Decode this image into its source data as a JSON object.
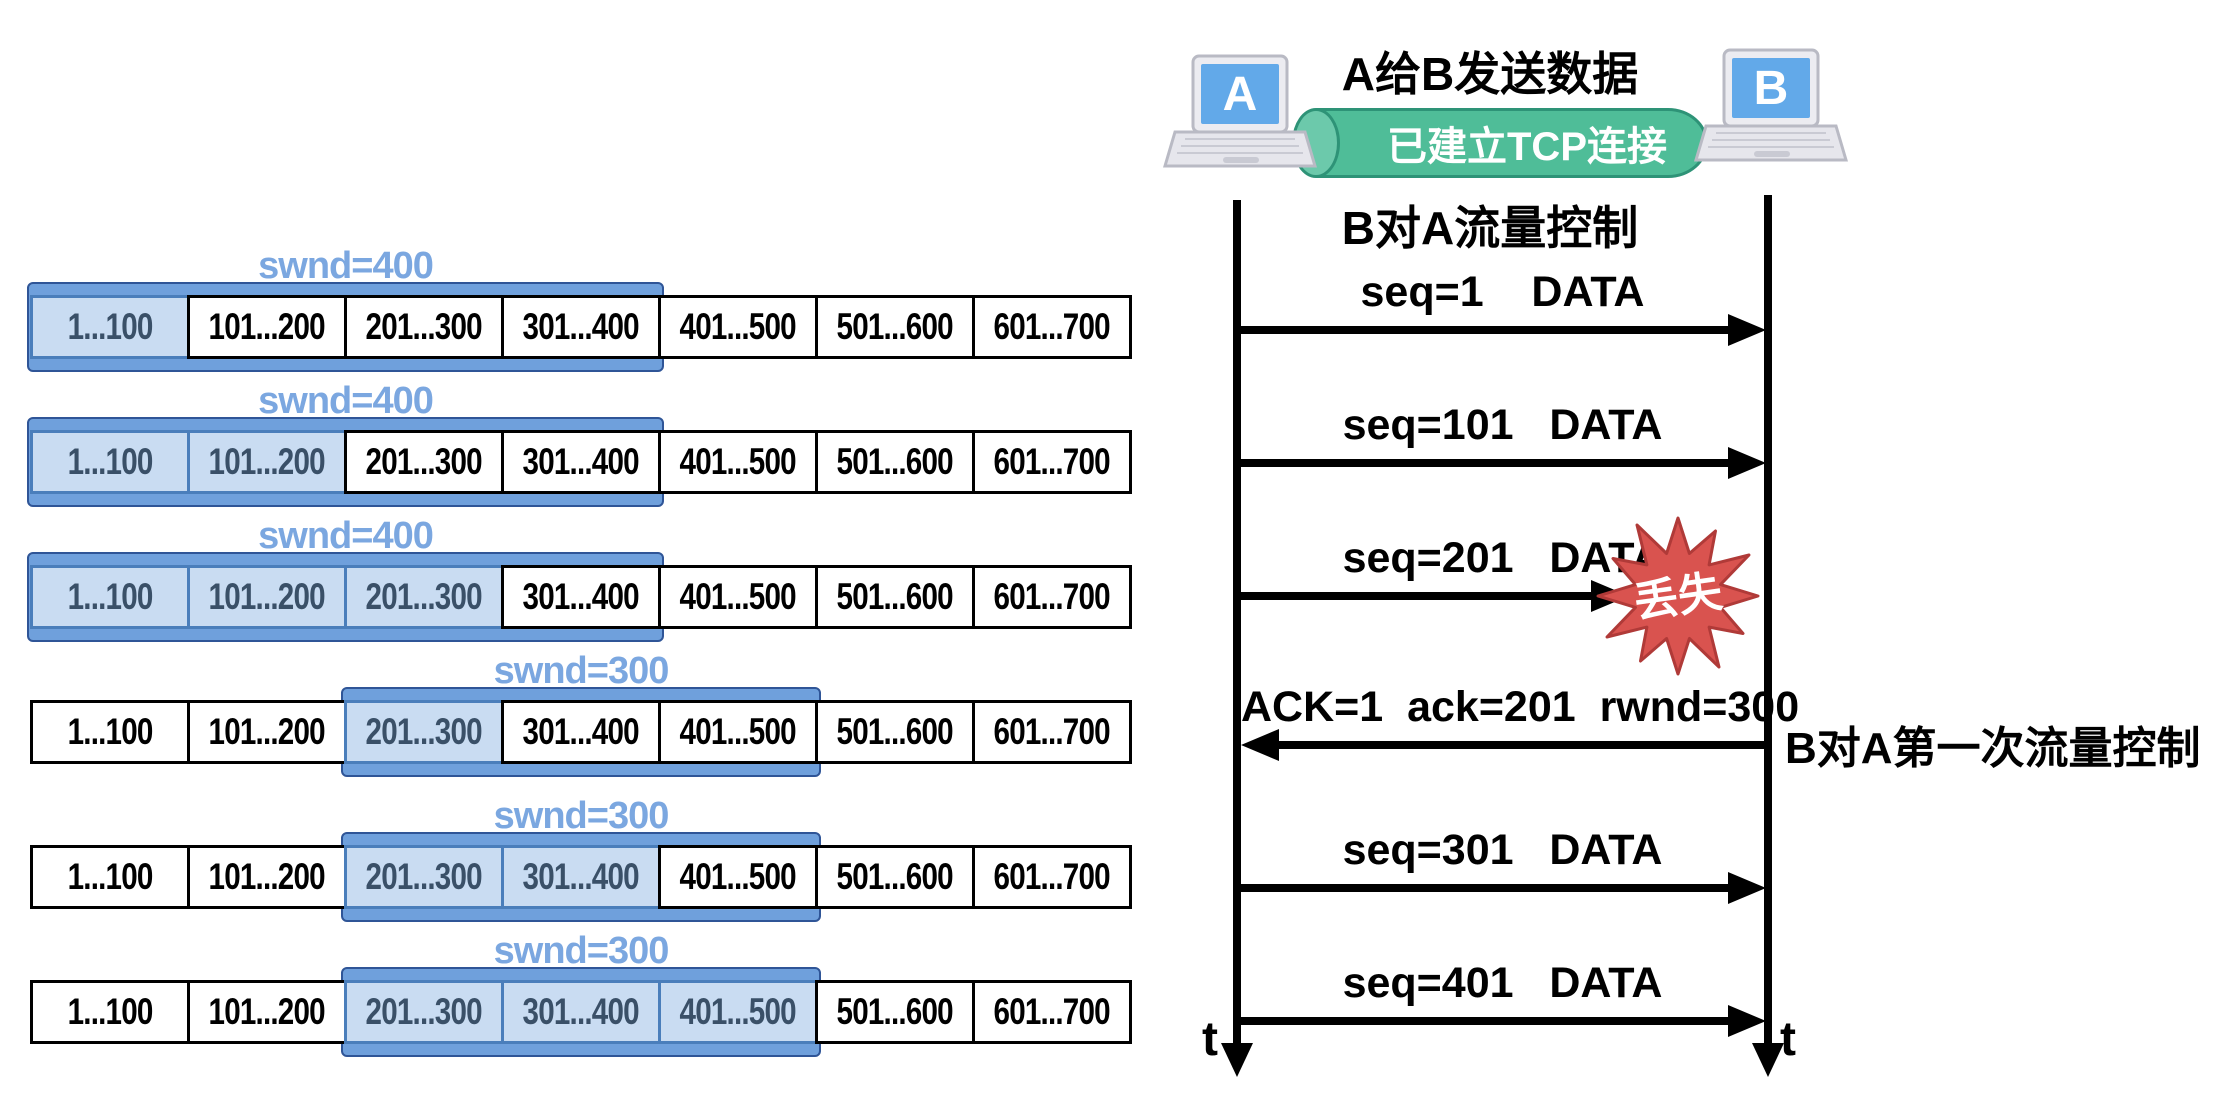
{
  "header": {
    "caption_top": "A给B发送数据",
    "connection_label": "已建立TCP连接",
    "caption_bottom": "B对A流量控制",
    "host_a": "A",
    "host_b": "B"
  },
  "send_buffer_rows": [
    {
      "swnd_label": "swnd=400",
      "window_covers": "1...400",
      "sent": [
        "1...100"
      ],
      "cells": [
        "1...100",
        "101...200",
        "201...300",
        "301...400",
        "401...500",
        "501...600",
        "601...700"
      ]
    },
    {
      "swnd_label": "swnd=400",
      "window_covers": "1...400",
      "sent": [
        "1...100",
        "101...200"
      ],
      "cells": [
        "1...100",
        "101...200",
        "201...300",
        "301...400",
        "401...500",
        "501...600",
        "601...700"
      ]
    },
    {
      "swnd_label": "swnd=400",
      "window_covers": "1...400",
      "sent": [
        "1...100",
        "101...200",
        "201...300"
      ],
      "cells": [
        "1...100",
        "101...200",
        "201...300",
        "301...400",
        "401...500",
        "501...600",
        "601...700"
      ]
    },
    {
      "swnd_label": "swnd=300",
      "window_covers": "201...500",
      "sent": [
        "201...300"
      ],
      "cells": [
        "1...100",
        "101...200",
        "201...300",
        "301...400",
        "401...500",
        "501...600",
        "601...700"
      ]
    },
    {
      "swnd_label": "swnd=300",
      "window_covers": "201...500",
      "sent": [
        "201...300",
        "301...400"
      ],
      "cells": [
        "1...100",
        "101...200",
        "201...300",
        "301...400",
        "401...500",
        "501...600",
        "601...700"
      ]
    },
    {
      "swnd_label": "swnd=300",
      "window_covers": "201...500",
      "sent": [
        "201...300",
        "301...400",
        "401...500"
      ],
      "cells": [
        "1...100",
        "101...200",
        "201...300",
        "301...400",
        "401...500",
        "501...600",
        "601...700"
      ]
    }
  ],
  "timeline": {
    "messages": [
      {
        "label": "seq=1    DATA",
        "from": "A",
        "to": "B"
      },
      {
        "label": "seq=101   DATA",
        "from": "A",
        "to": "B"
      },
      {
        "label": "seq=201   DATA",
        "from": "A",
        "to": "B",
        "status": "lost",
        "lost_label": "丢失"
      },
      {
        "label": "ACK=1  ack=201  rwnd=300",
        "from": "B",
        "to": "A",
        "annotation": "B对A第一次流量控制"
      },
      {
        "label": "seq=301   DATA",
        "from": "A",
        "to": "B"
      },
      {
        "label": "seq=401   DATA",
        "from": "A",
        "to": "B"
      }
    ],
    "time_axis_label": "t"
  },
  "colors": {
    "swnd_label": "#7BA7E0",
    "window_band": "#6FA0DC",
    "sent_cell_bg": "#C9DCF2",
    "sent_cell_text": "#3A5068",
    "pipe_fill": "#4FBD98",
    "pipe_border": "#2E9377",
    "lost_burst_red": "#D9534F",
    "laptop_screen_blue": "#62A9E9"
  }
}
